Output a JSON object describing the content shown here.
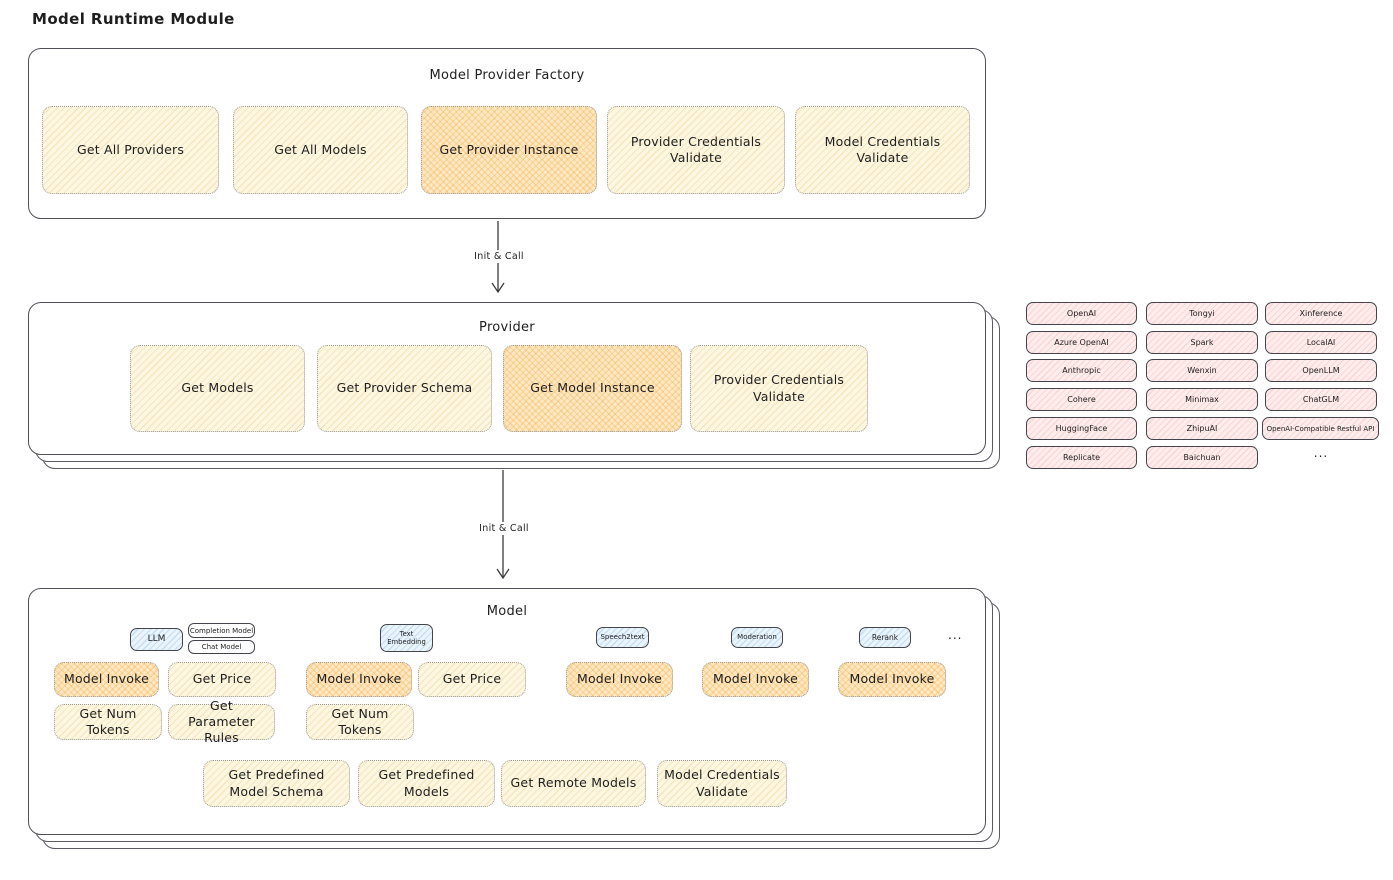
{
  "page": {
    "title": "Model Runtime Module"
  },
  "arrows": {
    "label_1": "Init & Call",
    "label_2": "Init & Call"
  },
  "factory": {
    "title": "Model Provider Factory",
    "boxes": [
      {
        "label": "Get All Providers",
        "highlight": false
      },
      {
        "label": "Get All Models",
        "highlight": false
      },
      {
        "label": "Get Provider Instance",
        "highlight": true
      },
      {
        "label": "Provider Credentials Validate",
        "highlight": false
      },
      {
        "label": "Model Credentials Validate",
        "highlight": false
      }
    ]
  },
  "provider": {
    "title": "Provider",
    "boxes": [
      {
        "label": "Get Models",
        "highlight": false
      },
      {
        "label": "Get Provider Schema",
        "highlight": false
      },
      {
        "label": "Get Model Instance",
        "highlight": true
      },
      {
        "label": "Provider Credentials Validate",
        "highlight": false
      }
    ]
  },
  "providers_grid": {
    "col1": [
      "OpenAI",
      "Azure OpenAI",
      "Anthropic",
      "Cohere",
      "HuggingFace",
      "Replicate"
    ],
    "col2": [
      "Tongyi",
      "Spark",
      "Wenxin",
      "Minimax",
      "ZhipuAI",
      "Baichuan"
    ],
    "col3": [
      "Xinference",
      "LocalAI",
      "OpenLLM",
      "ChatGLM",
      "OpenAI-Compatible Restful API"
    ],
    "more": "..."
  },
  "model": {
    "title": "Model",
    "tabs": {
      "llm": "LLM",
      "completion_model": "Completion Model",
      "chat_model": "Chat Model",
      "text_embedding": "Text Embedding",
      "speech2text": "Speech2text",
      "moderation": "Moderation",
      "rerank": "Rerank",
      "more": "..."
    },
    "llm_functions": {
      "invoke": "Model Invoke",
      "price": "Get Price",
      "num_tokens": "Get Num Tokens",
      "parameter_rules": "Get Parameter Rules"
    },
    "embedding_functions": {
      "invoke": "Model Invoke",
      "price": "Get Price",
      "num_tokens": "Get Num Tokens"
    },
    "speech2text_functions": {
      "invoke": "Model Invoke"
    },
    "moderation_functions": {
      "invoke": "Model Invoke"
    },
    "rerank_functions": {
      "invoke": "Model Invoke"
    },
    "shared_functions": [
      "Get Predefined Model Schema",
      "Get Predefined Models",
      "Get Remote Models",
      "Model Credentials Validate"
    ]
  },
  "colors": {
    "function_fill": "#fdf6e0",
    "highlight_fill": "#ffe8c2",
    "provider_chip_fill": "#ffeded",
    "model_type_fill": "#eaf4fc",
    "border": "#50505a"
  }
}
